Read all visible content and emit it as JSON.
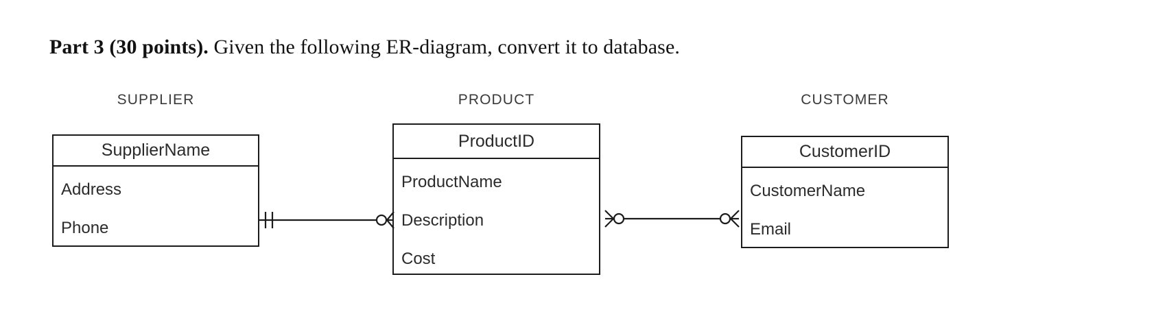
{
  "question": {
    "bold_prefix": "Part 3 (30 points).",
    "body": " Given the following ER-diagram, convert it to database."
  },
  "diagram": {
    "type": "er-diagram",
    "notation": "crow's-foot",
    "entities": [
      {
        "caption": "SUPPLIER",
        "key_attribute": "SupplierName",
        "attributes": [
          "Address",
          "Phone"
        ]
      },
      {
        "caption": "PRODUCT",
        "key_attribute": "ProductID",
        "attributes": [
          "ProductName",
          "Description",
          "Cost"
        ]
      },
      {
        "caption": "CUSTOMER",
        "key_attribute": "CustomerID",
        "attributes": [
          "CustomerName",
          "Email"
        ]
      }
    ],
    "relationships": [
      {
        "from": "SUPPLIER",
        "to": "PRODUCT",
        "from_cardinality": "one-and-only-one",
        "to_cardinality": "zero-or-many"
      },
      {
        "from": "PRODUCT",
        "to": "CUSTOMER",
        "from_cardinality": "zero-or-many",
        "to_cardinality": "zero-or-many"
      }
    ]
  },
  "colors": {
    "ink": "#1b1b1b",
    "text": "#2b2b2b",
    "caption": "#3a3a3a",
    "background": "#ffffff"
  }
}
